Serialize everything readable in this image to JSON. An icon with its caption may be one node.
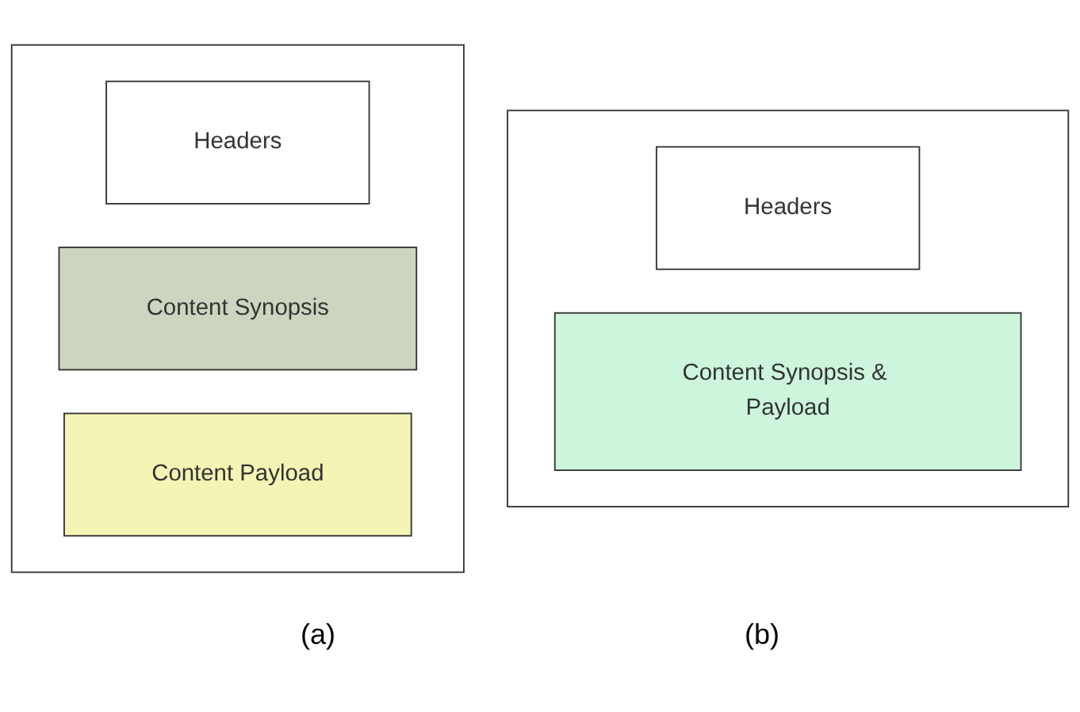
{
  "diagram": {
    "nodes": [
      {
        "text": [],
        "shape": "box"
      },
      {
        "text": [
          "Headers"
        ],
        "in": 0
      },
      {
        "text": [
          "Content Synopsis"
        ],
        "in": 0
      },
      {
        "text": [
          "Content Payload"
        ],
        "in": 0
      },
      {
        "text": [],
        "shape": "box"
      },
      {
        "text": [
          "Headers"
        ],
        "in": 4
      },
      {
        "text": [
          "Content Synopsis & Payload"
        ],
        "in": 4
      }
    ],
    "edges": [],
    "labels": [
      "(a)",
      "(b)"
    ]
  }
}
